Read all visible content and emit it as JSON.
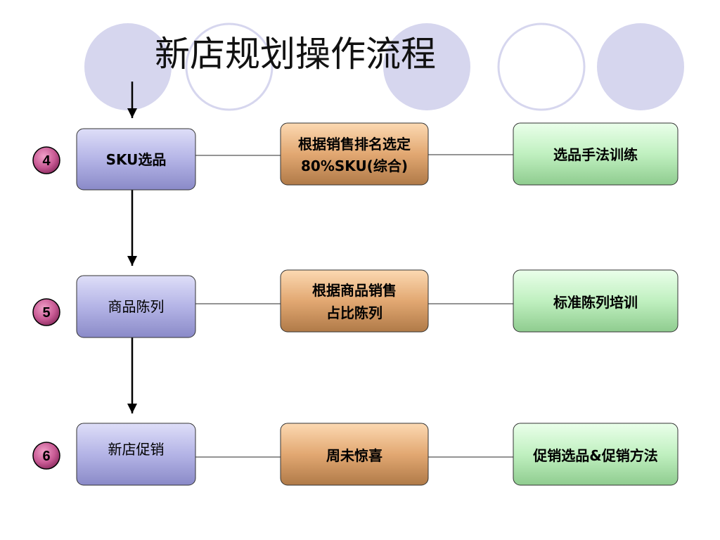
{
  "title": "新店规划操作流程",
  "steps": [
    {
      "number": "4",
      "name": "SKU选品",
      "method": [
        "根据销售排名选定",
        "80%SKU(综合)"
      ],
      "training": "选品手法训练"
    },
    {
      "number": "5",
      "name": "商品陈列",
      "method": [
        "根据商品销售",
        "占比陈列"
      ],
      "training": "标准陈列培训"
    },
    {
      "number": "6",
      "name": "新店促销",
      "method": [
        "周未惊喜"
      ],
      "training": "促销选品&促销方法"
    }
  ]
}
